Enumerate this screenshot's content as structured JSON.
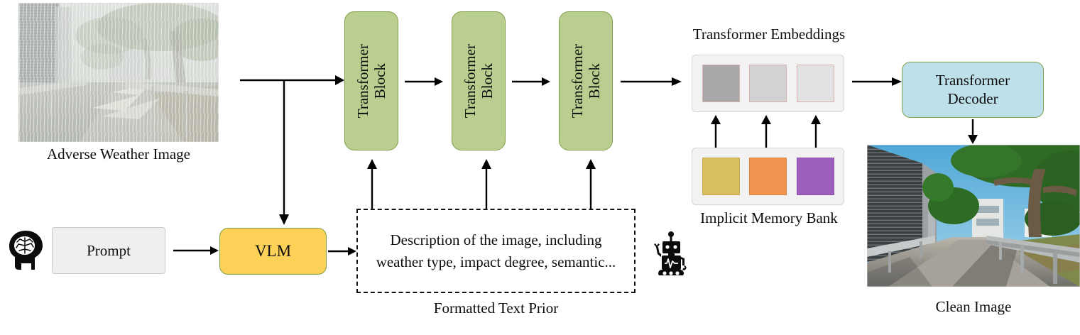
{
  "diagram": {
    "title": "VLM-guided transformer image restoration pipeline",
    "colors": {
      "transformer_block_fill": "#b9ce8f",
      "transformer_block_border": "#7fa04a",
      "vlm_fill": "#fcd157",
      "decoder_fill": "#bee0ea",
      "panel_fill": "#f2f2f2",
      "prompt_fill": "#efefef",
      "arrow": "#000000",
      "embedding_1": "#a8a8a8",
      "embedding_2": "#d2d2d2",
      "embedding_3": "#e2e2e2",
      "embedding_border": "#d8b2ae",
      "memory_1": "#d9bf5f",
      "memory_2": "#f09550",
      "memory_3": "#9c60bb"
    }
  },
  "inputs": {
    "adverse_image_caption": "Adverse Weather Image",
    "brain_icon_name": "brain-head-icon",
    "prompt_label": "Prompt"
  },
  "vlm": {
    "label": "VLM"
  },
  "text_prior": {
    "body": "Description of the image, including weather type, impact degree, semantic...",
    "caption": "Formatted Text Prior",
    "robot_icon_name": "robot-icon"
  },
  "encoder": {
    "blocks": [
      {
        "line1": "Transformer",
        "line2": "Block"
      },
      {
        "line1": "Transformer",
        "line2": "Block"
      },
      {
        "line1": "Transformer",
        "line2": "Block"
      }
    ]
  },
  "embeddings": {
    "caption": "Transformer Embeddings",
    "swatches": [
      {
        "name": "embedding-token-1",
        "fill": "#a8a8a8",
        "border": "#d8b2ae"
      },
      {
        "name": "embedding-token-2",
        "fill": "#d2d2d2",
        "border": "#d8b2ae"
      },
      {
        "name": "embedding-token-3",
        "fill": "#e2e2e2",
        "border": "#d8b2ae"
      }
    ]
  },
  "memory_bank": {
    "caption": "Implicit Memory Bank",
    "swatches": [
      {
        "name": "memory-slot-1",
        "fill": "#d9bf5f",
        "border": "#c4a94c"
      },
      {
        "name": "memory-slot-2",
        "fill": "#f09550",
        "border": "#dd8340"
      },
      {
        "name": "memory-slot-3",
        "fill": "#9c60bb",
        "border": "#8a4fa9"
      }
    ]
  },
  "decoder": {
    "line1": "Transformer",
    "line2": "Decoder"
  },
  "output": {
    "clean_image_caption": "Clean Image"
  }
}
